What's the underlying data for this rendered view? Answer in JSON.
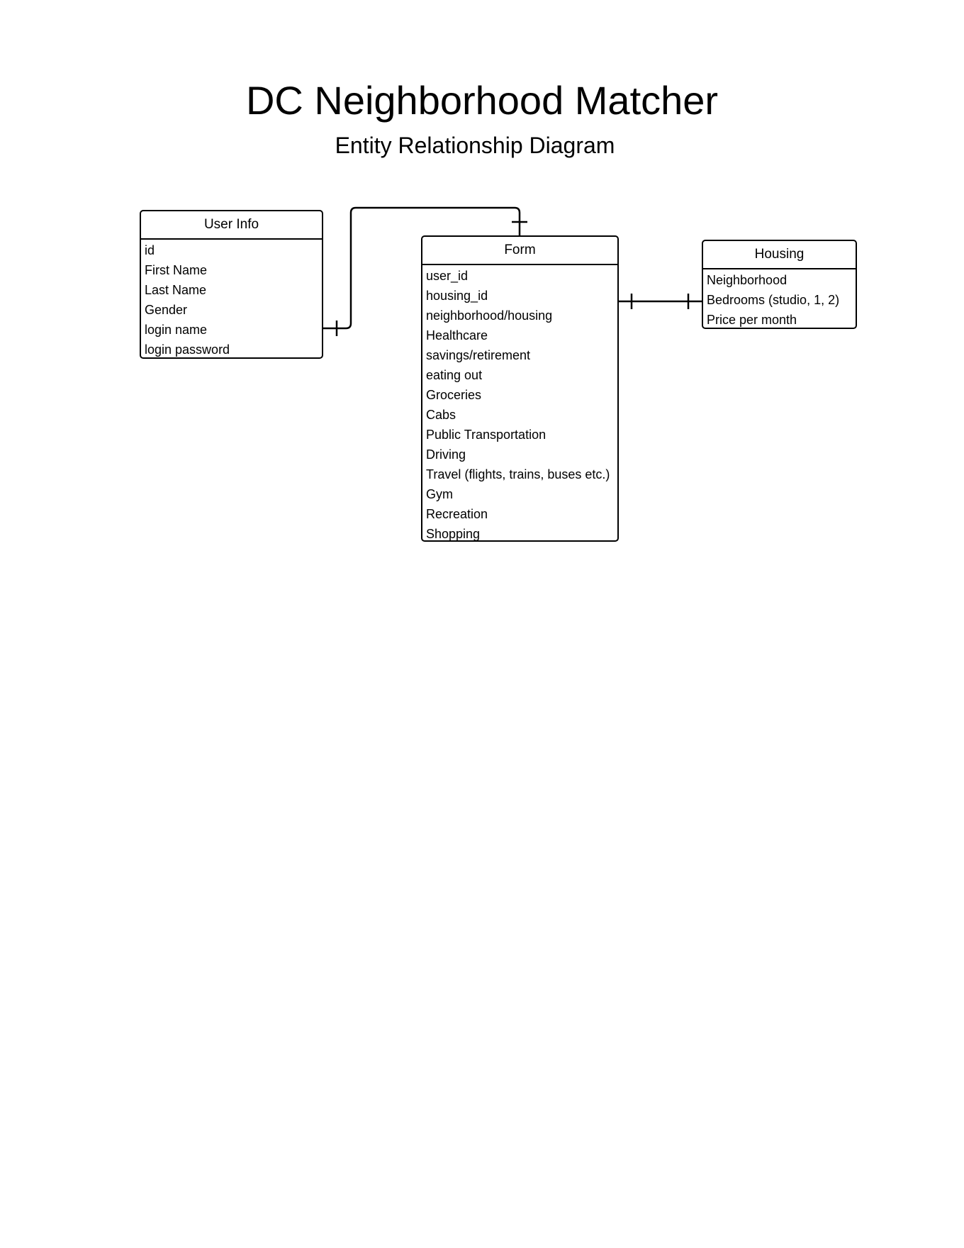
{
  "title": "DC Neighborhood Matcher",
  "subtitle": "Entity Relationship Diagram",
  "entities": {
    "user_info": {
      "name": "User Info",
      "fields": [
        "id",
        "First Name",
        "Last Name",
        "Gender",
        "login name",
        "login password"
      ]
    },
    "form": {
      "name": "Form",
      "fields": [
        "user_id",
        "housing_id",
        "neighborhood/housing",
        "Healthcare",
        "savings/retirement",
        "eating out",
        "Groceries",
        "Cabs",
        "Public Transportation",
        "Driving",
        "Travel (flights, trains, buses etc.)",
        "Gym",
        "Recreation",
        "Shopping"
      ]
    },
    "housing": {
      "name": "Housing",
      "fields": [
        "Neighborhood",
        "Bedrooms (studio, 1, 2)",
        "Price per month"
      ]
    }
  },
  "relationships": [
    {
      "from": "User Info",
      "to": "Form",
      "from_cardinality": "one",
      "to_cardinality": "one"
    },
    {
      "from": "Form",
      "to": "Housing",
      "from_cardinality": "one",
      "to_cardinality": "one"
    }
  ]
}
